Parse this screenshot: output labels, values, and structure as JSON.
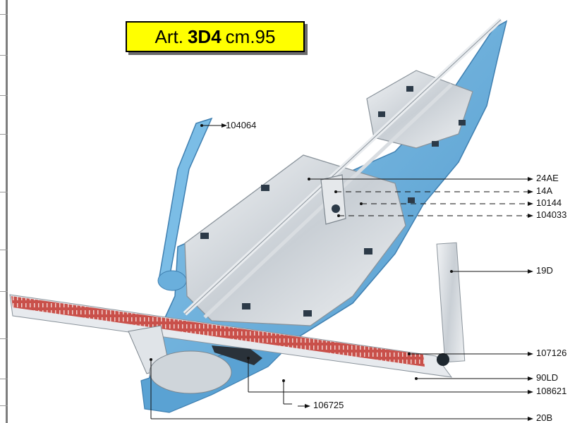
{
  "title": {
    "prefix": "Art.",
    "model": "3D4",
    "suffix": "cm.95"
  },
  "callouts": {
    "handle": "104064",
    "rail_top": "24AE",
    "scorer": "14A",
    "wheel_holder": "10144",
    "wheel_pin": "104033",
    "square": "19D",
    "square_knob": "107126",
    "guide_bar": "90LD",
    "stop_lever": "108621",
    "foot": "106725",
    "bracket": "20B"
  },
  "colors": {
    "base_blue": "#6fb4de",
    "base_blue_dark": "#3f88bd",
    "metal": "#d6dbe0",
    "metal_dark": "#9aa3ab",
    "ruler_red": "#c9504a",
    "title_bg": "#ffff00"
  }
}
